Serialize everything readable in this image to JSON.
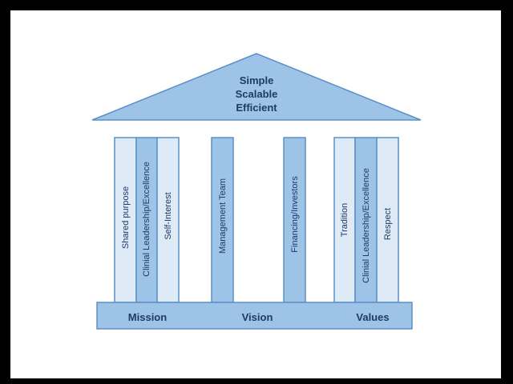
{
  "roof": {
    "lines": [
      "Simple",
      "Scalable",
      "Efficient"
    ]
  },
  "columns": [
    {
      "label": "Shared purpose",
      "shade": "light"
    },
    {
      "label": "Clinial Leadership/Excellence",
      "shade": "mid"
    },
    {
      "label": "Self-Interest",
      "shade": "light"
    },
    {
      "label": "Management Team",
      "shade": "mid"
    },
    {
      "label": "Financing/Investors",
      "shade": "mid"
    },
    {
      "label": "Tradition",
      "shade": "light"
    },
    {
      "label": "Clinial Leadership/Excellence",
      "shade": "mid"
    },
    {
      "label": "Respect",
      "shade": "light"
    }
  ],
  "base": {
    "labels": [
      "Mission",
      "Vision",
      "Values"
    ]
  },
  "colors": {
    "mid_fill": "#9dc3e6",
    "light_fill": "#deebf7",
    "outline": "#5b8fc7",
    "text": "#1f3a66",
    "background": "#000000",
    "canvas": "#ffffff"
  }
}
